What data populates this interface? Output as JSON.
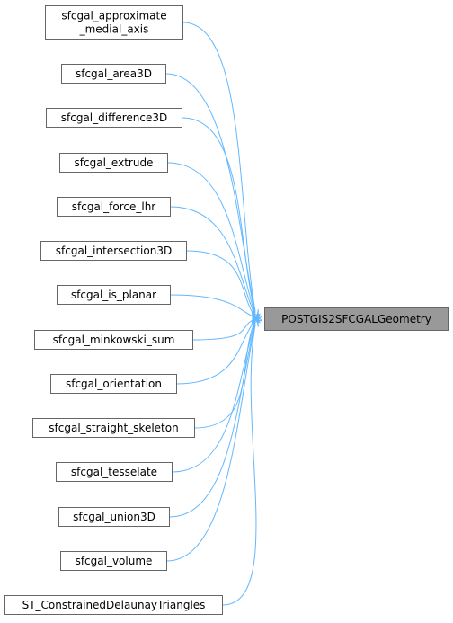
{
  "target": {
    "label": "POSTGIS2SFCGALGeometry"
  },
  "callers": [
    {
      "label": "sfcgal_approximate",
      "label_line2": "_medial_axis"
    },
    {
      "label": "sfcgal_area3D"
    },
    {
      "label": "sfcgal_difference3D"
    },
    {
      "label": "sfcgal_extrude"
    },
    {
      "label": "sfcgal_force_lhr"
    },
    {
      "label": "sfcgal_intersection3D"
    },
    {
      "label": "sfcgal_is_planar"
    },
    {
      "label": "sfcgal_minkowski_sum"
    },
    {
      "label": "sfcgal_orientation"
    },
    {
      "label": "sfcgal_straight_skeleton"
    },
    {
      "label": "sfcgal_tesselate"
    },
    {
      "label": "sfcgal_union3D"
    },
    {
      "label": "sfcgal_volume"
    },
    {
      "label": "ST_ConstrainedDelaunayTriangles"
    }
  ],
  "colors": {
    "edge": "#63b8ff",
    "node_border": "#666666",
    "node_fill": "#ffffff",
    "target_fill": "#999999",
    "text": "#000000"
  }
}
